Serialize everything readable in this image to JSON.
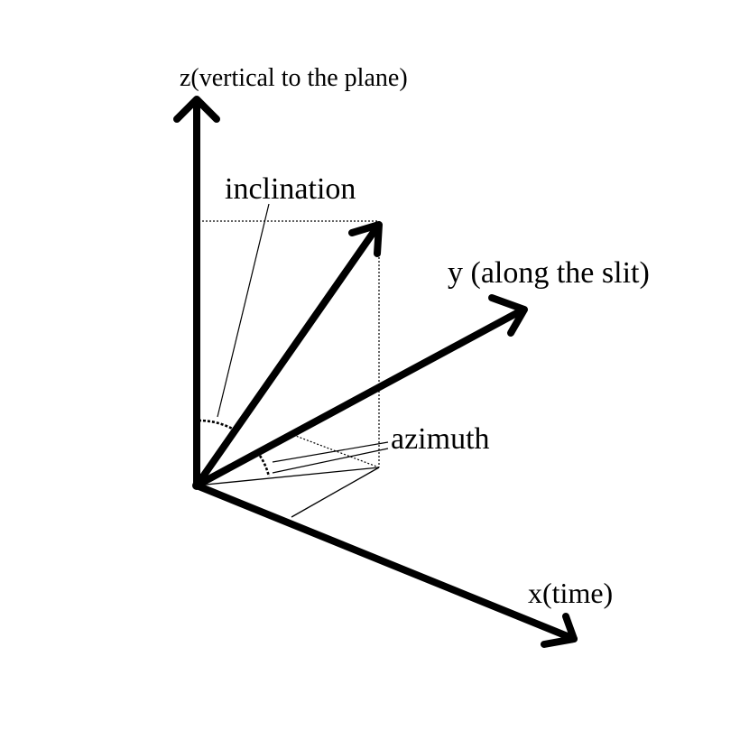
{
  "labels": {
    "z_axis": "z(vertical to the plane)",
    "y_axis": "y (along the slit)",
    "x_axis": "x(time)",
    "inclination": "inclination",
    "azimuth": "azimuth"
  },
  "colors": {
    "background": "#ffffff",
    "ink": "#000000"
  }
}
